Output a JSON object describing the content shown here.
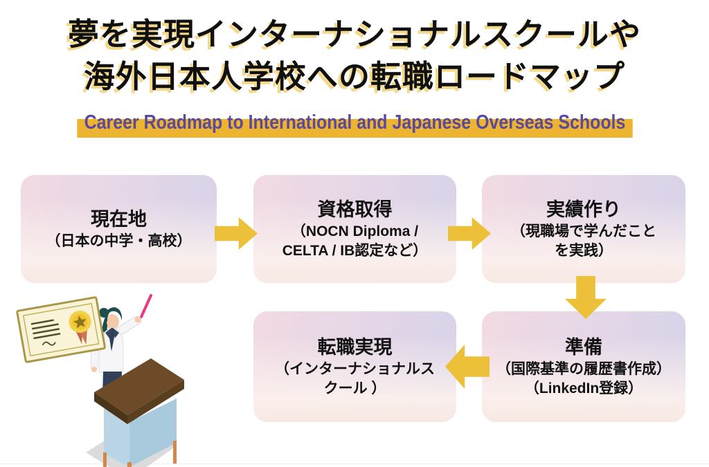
{
  "header": {
    "title_line1": "夢を実現インターナショナルスクールや",
    "title_line2": "海外日本人学校への転職ロードマップ",
    "subtitle": "Career Roadmap to International and Japanese Overseas Schools"
  },
  "steps": [
    {
      "title": "現在地",
      "lines": [
        "（日本の中学・高校）"
      ]
    },
    {
      "title": "資格取得",
      "lines": [
        "（NOCN Diploma /",
        "CELTA / IB認定など）"
      ]
    },
    {
      "title": "実績作り",
      "lines": [
        "（現職場で学んだこと",
        "を実践）"
      ]
    },
    {
      "title": "準備",
      "lines": [
        "（国際基準の履歴書作成）",
        "（LinkedIn登録）"
      ]
    },
    {
      "title": "転職実現",
      "lines": [
        "（インターナショナルス",
        "クール ）"
      ]
    }
  ],
  "arrows": [
    "arrow-right-1",
    "arrow-right-2",
    "arrow-down",
    "arrow-left"
  ],
  "illustration": {
    "description": "teacher-with-certificate-and-desk",
    "parts": [
      "certificate-icon",
      "gold-seal-icon",
      "teacher-figure",
      "pointer-stick",
      "lecture-desk"
    ]
  },
  "colors": {
    "title_text": "#101010",
    "title_shadow": "#f5d98b",
    "subtitle_text": "#5b4a9c",
    "subtitle_highlight": "#edb431",
    "arrow_gold": "#ecc039",
    "box_pink": "#f2dae3",
    "box_lavender": "#d6d2e9",
    "box_bottom_fade": "#f8e8e2"
  }
}
